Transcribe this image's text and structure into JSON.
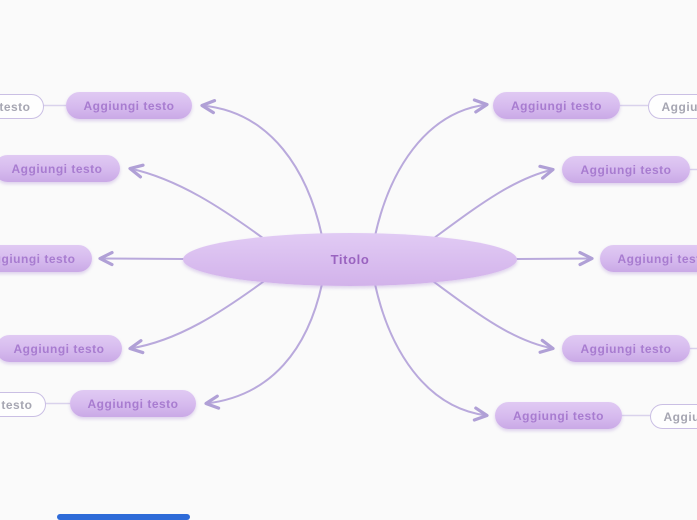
{
  "canvas": {
    "background_color": "#fafafa"
  },
  "center_node": {
    "label": "Titolo",
    "fill_color": "#d9bdef",
    "text_color": "#9a63c0"
  },
  "branch_nodes": {
    "left": [
      {
        "label": "Aggiungi testo"
      },
      {
        "label": "Aggiungi testo"
      },
      {
        "label": "Aggiungi testo"
      },
      {
        "label": "Aggiungi testo"
      },
      {
        "label": "Aggiungi testo"
      }
    ],
    "right": [
      {
        "label": "Aggiungi testo"
      },
      {
        "label": "Aggiungi testo"
      },
      {
        "label": "Aggiungi testo"
      },
      {
        "label": "Aggiungi testo"
      },
      {
        "label": "Aggiungi testo"
      }
    ]
  },
  "ghost_nodes": {
    "left": [
      {
        "label": "Aggiungi testo"
      },
      {
        "label": "Aggiungi testo"
      }
    ],
    "right": [
      {
        "label": "Aggiungi testo"
      },
      {
        "label": "Aggiungi testo"
      }
    ]
  },
  "colors": {
    "node_fill": "#d6baee",
    "node_text": "#a87cd0",
    "ghost_text": "#a6a6b2",
    "connector": "#b9a9dc",
    "scrollbar": "#2e6bd8"
  }
}
